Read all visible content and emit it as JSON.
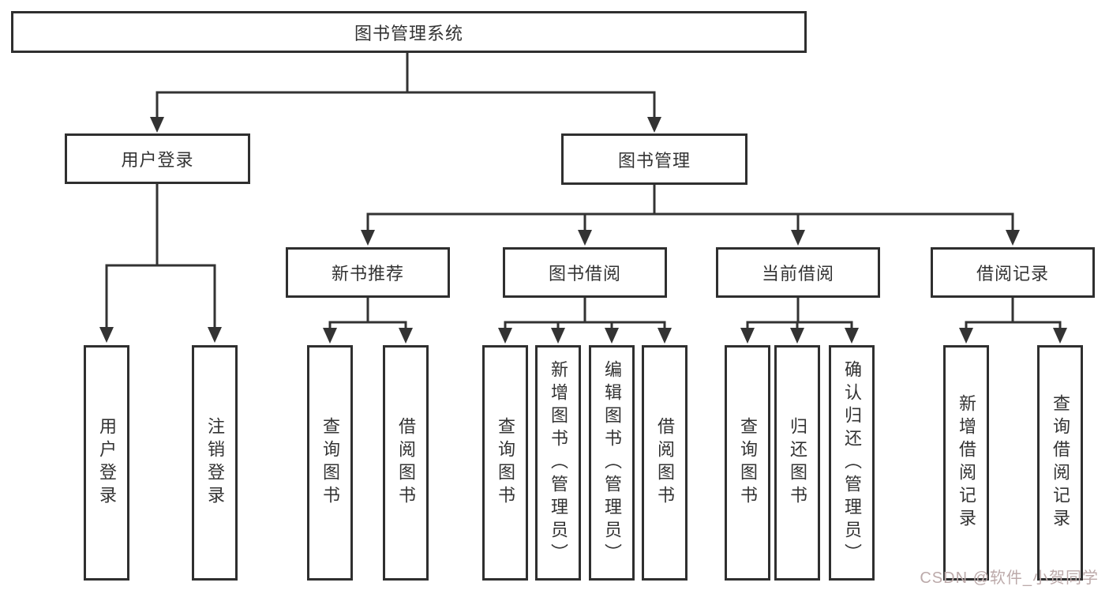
{
  "tree": {
    "root": {
      "label": "图书管理系统"
    },
    "level1": [
      {
        "label": "用户登录"
      },
      {
        "label": "图书管理"
      }
    ],
    "level2": [
      {
        "label": "新书推荐"
      },
      {
        "label": "图书借阅"
      },
      {
        "label": "当前借阅"
      },
      {
        "label": "借阅记录"
      }
    ],
    "leaves": {
      "login": [
        {
          "label": "用户登录"
        },
        {
          "label": "注销登录"
        }
      ],
      "recommend": [
        {
          "label": "查询图书"
        },
        {
          "label": "借阅图书"
        }
      ],
      "borrow": [
        {
          "label": "查询图书"
        },
        {
          "label": "新增图书（管理员）"
        },
        {
          "label": "编辑图书（管理员）"
        },
        {
          "label": "借阅图书"
        }
      ],
      "current": [
        {
          "label": "查询图书"
        },
        {
          "label": "归还图书"
        },
        {
          "label": "确认归还（管理员）"
        }
      ],
      "records": [
        {
          "label": "新增借阅记录"
        },
        {
          "label": "查询借阅记录"
        }
      ]
    }
  },
  "watermark": {
    "text": "CSDN @软件_小贺同学",
    "color": "#bcaaaa"
  },
  "colors": {
    "line": "#333333",
    "box_border": "#2f2f2f",
    "text": "#333333",
    "background": "#ffffff"
  }
}
